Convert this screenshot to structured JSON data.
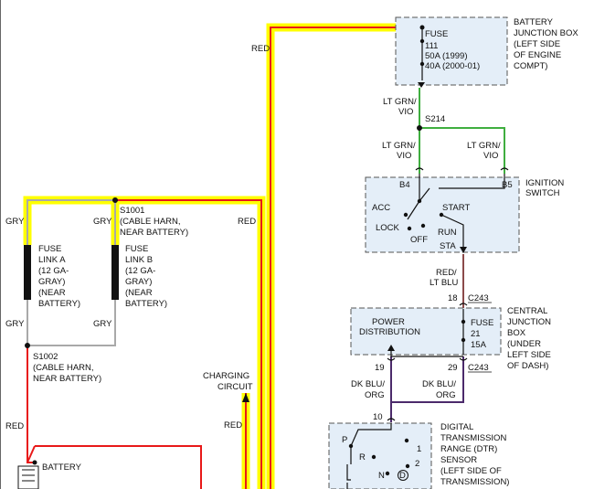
{
  "wires": {
    "red": "RED",
    "gry": "GRY",
    "lt_grn_vio_1": "LT GRN/",
    "lt_grn_vio_2": "VIO",
    "red_lt_blu_1": "RED/",
    "red_lt_blu_2": "LT BLU",
    "dk_blu_org_1": "DK BLU/",
    "dk_blu_org_2": "ORG"
  },
  "battery_junction_box": {
    "lines": [
      "BATTERY",
      "JUNCTION BOX",
      "(LEFT SIDE",
      "OF ENGINE",
      "COMPT)"
    ],
    "fuse_lines": [
      "FUSE",
      "111",
      "50A  (1999)",
      "40A  (2000-01)"
    ]
  },
  "splice_s214": "S214",
  "ignition_switch": {
    "lines": [
      "IGNITION",
      "SWITCH"
    ],
    "b4": "B4",
    "b5": "B5",
    "acc": "ACC",
    "start": "START",
    "lock": "LOCK",
    "run": "RUN",
    "off": "OFF",
    "sta": "STA"
  },
  "splice_s1001": {
    "lines": [
      "S1001",
      "(CABLE HARN,",
      "NEAR BATTERY)"
    ]
  },
  "fuse_link_a": {
    "lines": [
      "FUSE",
      "LINK A",
      "(12 GA-",
      "GRAY)",
      "(NEAR",
      "BATTERY)"
    ]
  },
  "fuse_link_b": {
    "lines": [
      "FUSE",
      "LINK B",
      "(12 GA-",
      "GRAY)",
      "(NEAR",
      "BATTERY)"
    ]
  },
  "splice_s1002": {
    "lines": [
      "S1002",
      "(CABLE HARN,",
      "NEAR BATTERY)"
    ]
  },
  "battery": "BATTERY",
  "charging_circuit": {
    "lines": [
      "CHARGING",
      "CIRCUIT"
    ]
  },
  "central_junction_box": {
    "lines": [
      "CENTRAL",
      "JUNCTION",
      "BOX",
      "(UNDER",
      "LEFT SIDE",
      "OF DASH)"
    ],
    "power_distribution": [
      "POWER",
      "DISTRIBUTION"
    ],
    "fuse_lines": [
      "FUSE",
      "21",
      "15A"
    ],
    "pin_18": "18",
    "pin_19": "19",
    "pin_29": "29",
    "connector": "C243"
  },
  "dtr_sensor": {
    "lines": [
      "DIGITAL",
      "TRANSMISSION",
      "RANGE (DTR)",
      "SENSOR",
      "(LEFT SIDE OF",
      "TRANSMISSION)"
    ],
    "pin_10": "10",
    "p": "P",
    "r": "R",
    "n": "N",
    "d": "D",
    "g1": "1",
    "g2": "2"
  },
  "colors": {
    "red": "#e81919",
    "gray": "#a9a9a9",
    "green": "#3fae3f",
    "brown": "#8b4a4a",
    "purple": "#4b2a6b",
    "highlight": "#ffff00",
    "box_fill": "#e4eef8"
  }
}
